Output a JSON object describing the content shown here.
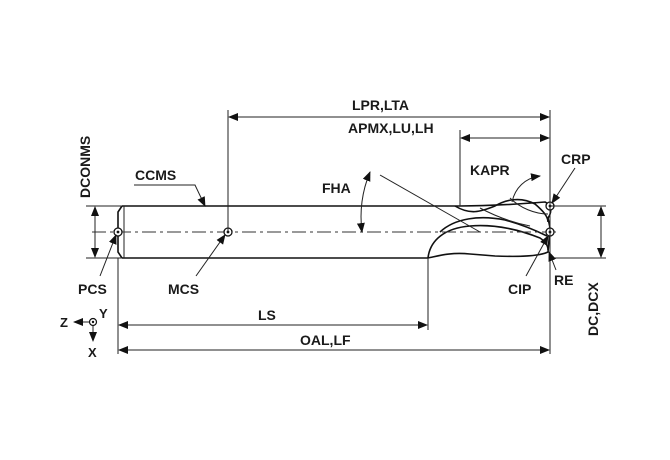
{
  "labels": {
    "lpr_lta": "LPR,LTA",
    "apmx_lu_lh": "APMX,LU,LH",
    "dconms": "DCONMS",
    "ccms": "CCMS",
    "fha": "FHA",
    "kapr": "KAPR",
    "crp": "CRP",
    "pcs": "PCS",
    "mcs": "MCS",
    "cip": "CIP",
    "re": "RE",
    "dc_dcx": "DC,DCX",
    "ls": "LS",
    "oal_lf": "OAL,LF",
    "axis_z": "Z",
    "axis_y": "Y",
    "axis_x": "X"
  }
}
